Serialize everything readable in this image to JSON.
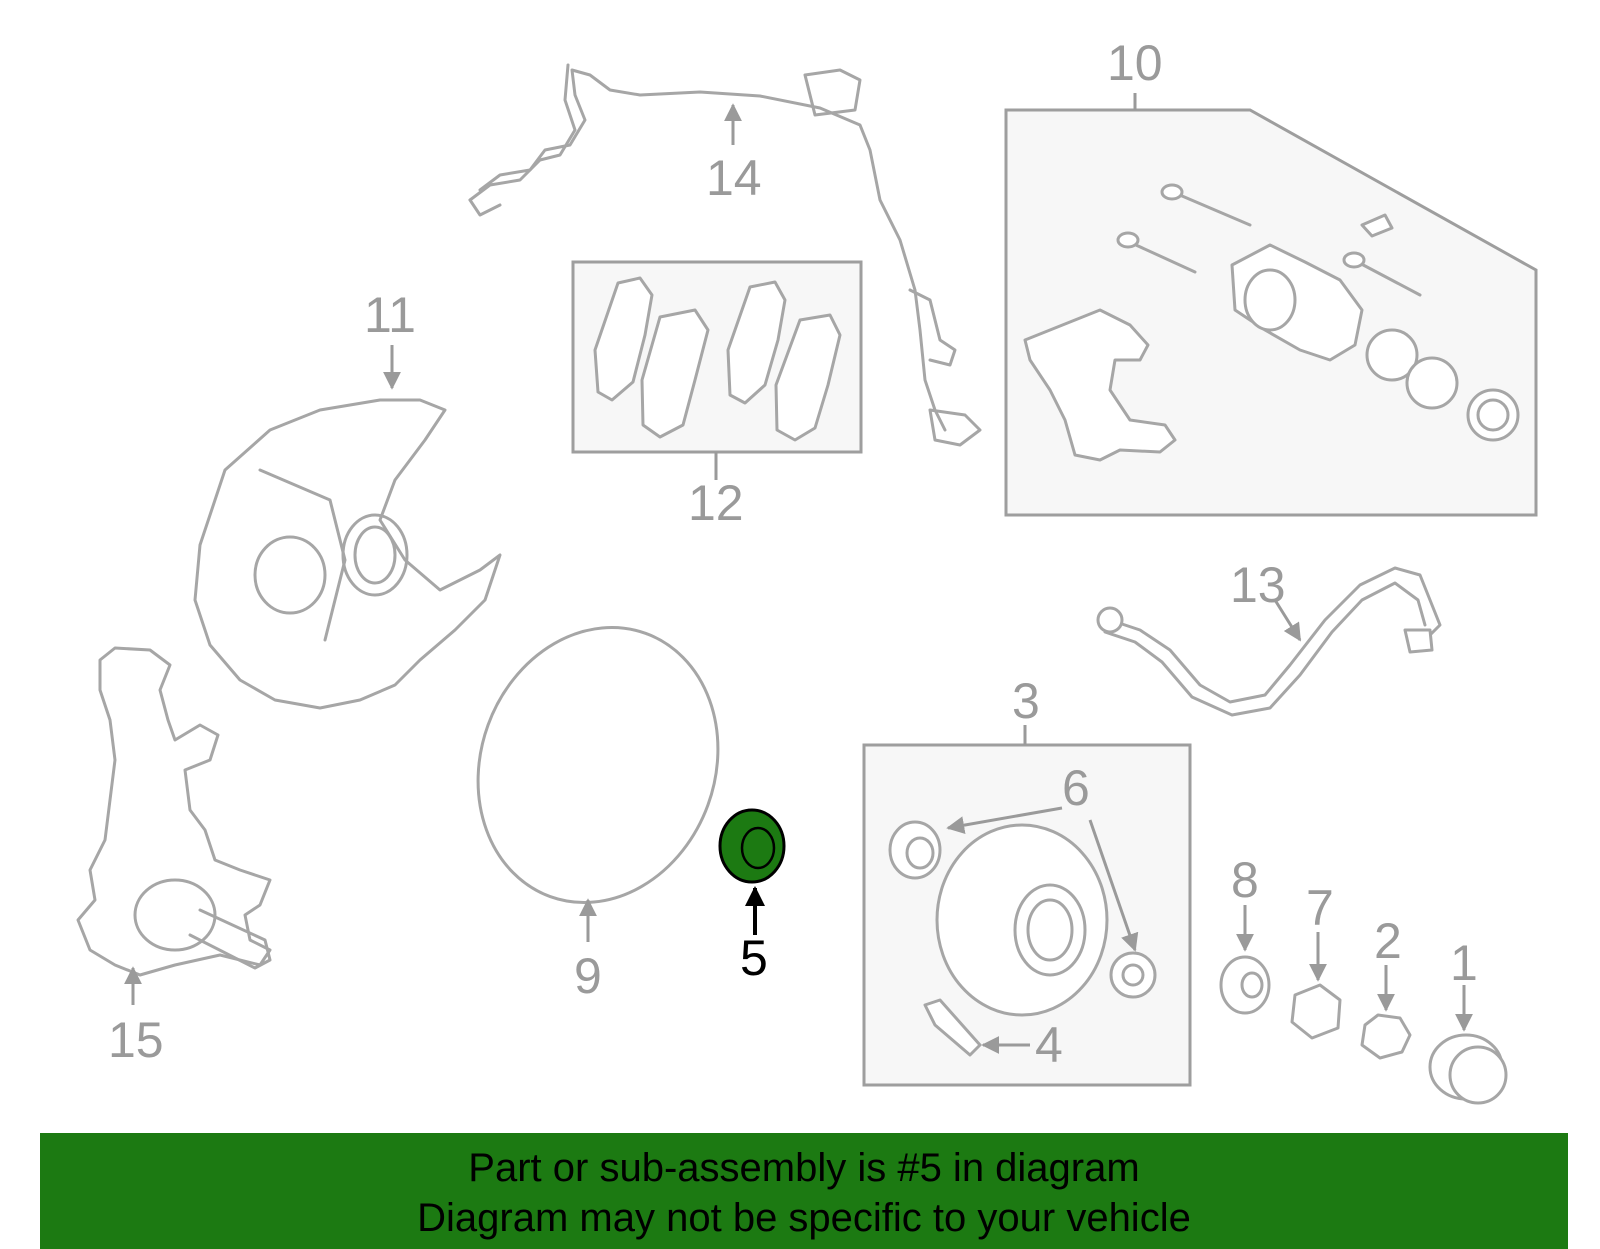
{
  "diagram": {
    "highlight_part": "5",
    "highlight_color": "#1c7a12",
    "callouts": {
      "c1": "1",
      "c2": "2",
      "c3": "3",
      "c4": "4",
      "c5": "5",
      "c6": "6",
      "c7": "7",
      "c8": "8",
      "c9": "9",
      "c10": "10",
      "c11": "11",
      "c12": "12",
      "c13": "13",
      "c14": "14",
      "c15": "15"
    }
  },
  "banner": {
    "line1": "Part or sub-assembly is #5 in diagram",
    "line2": "Diagram may not be specific to your vehicle",
    "background": "#1c7a12"
  }
}
